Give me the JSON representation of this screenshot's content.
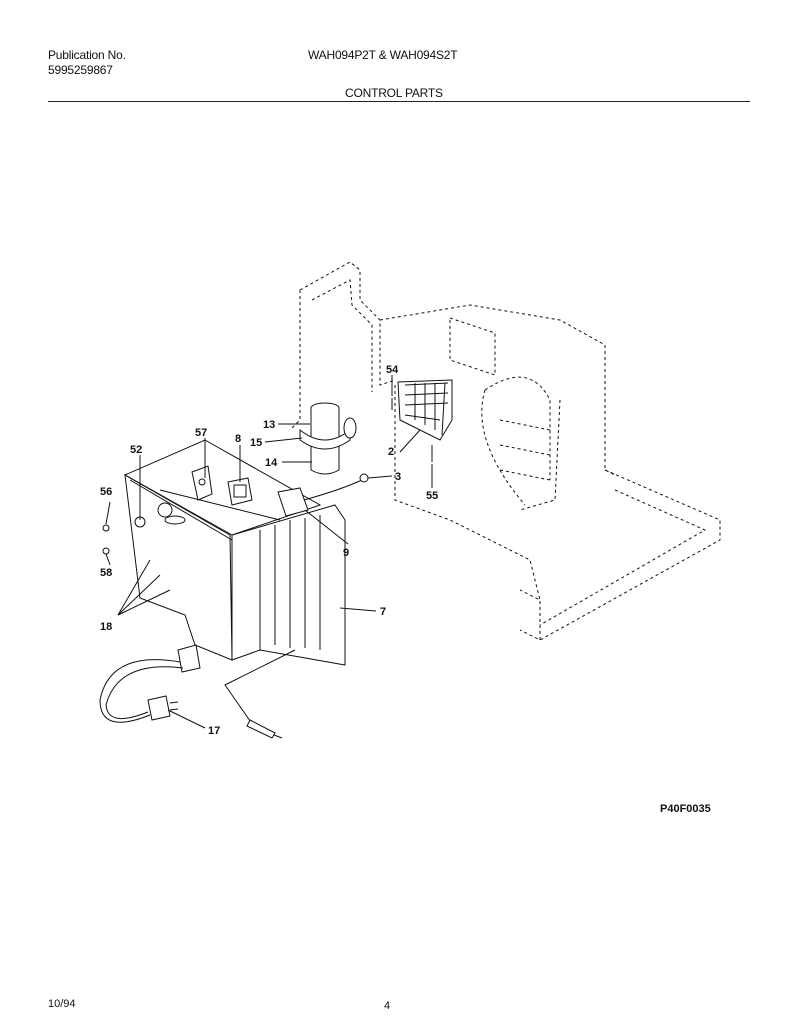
{
  "header": {
    "publication_label": "Publication No.",
    "publication_number": "5995259867",
    "models": "WAH094P2T & WAH094S2T",
    "section_title": "CONTROL PARTS"
  },
  "diagram": {
    "drawing_code": "P40F0035",
    "callouts": [
      "54",
      "13",
      "57",
      "8",
      "15",
      "2",
      "52",
      "14",
      "3",
      "55",
      "56",
      "9",
      "58",
      "7",
      "18",
      "17"
    ]
  },
  "footer": {
    "date": "10/94",
    "page": "4"
  }
}
